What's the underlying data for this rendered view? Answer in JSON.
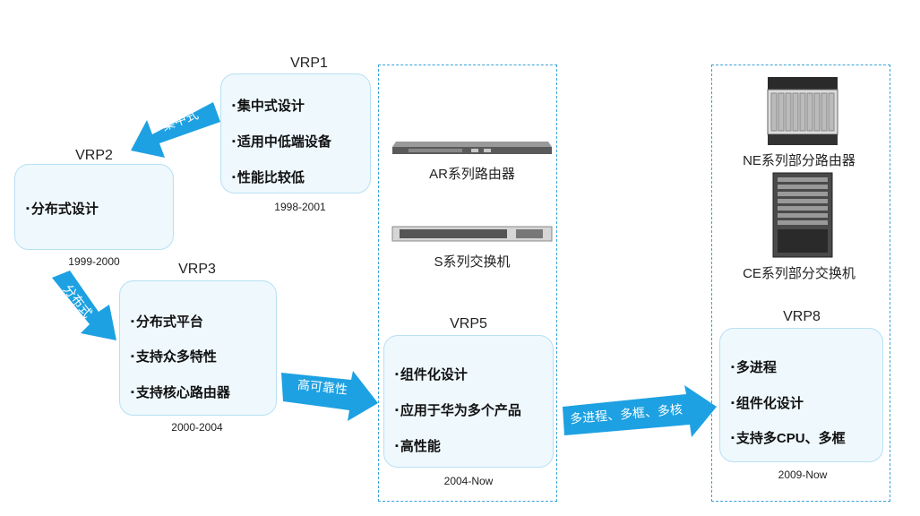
{
  "vrp1": {
    "title": "VRP1",
    "items": [
      "集中式设计",
      "适用中低端设备",
      "性能比较低"
    ],
    "years": "1998-2001"
  },
  "vrp2": {
    "title": "VRP2",
    "items": [
      "分布式设计"
    ],
    "years": "1999-2000"
  },
  "vrp3": {
    "title": "VRP3",
    "items": [
      "分布式平台",
      "支持众多特性",
      "支持核心路由器"
    ],
    "years": "2000-2004"
  },
  "vrp5": {
    "title": "VRP5",
    "items": [
      "组件化设计",
      "应用于华为多个产品",
      "高性能"
    ],
    "years": "2004-Now"
  },
  "vrp8": {
    "title": "VRP8",
    "items": [
      "多进程",
      "组件化设计",
      "支持多CPU、多框"
    ],
    "years": "2009-Now"
  },
  "arrows": {
    "a1": "集中式",
    "a2": "分布式",
    "a3": "高可靠性",
    "a4": "多进程、多框、多核"
  },
  "devices": {
    "ar": "AR系列路由器",
    "s": "S系列交换机",
    "ne": "NE系列部分路由器",
    "ce": "CE系列部分交换机"
  },
  "colors": {
    "arrow": "#1da1e2",
    "card_bg": "#eef8fd",
    "card_border": "#b8e0f3",
    "dash": "#3aa3d8"
  }
}
